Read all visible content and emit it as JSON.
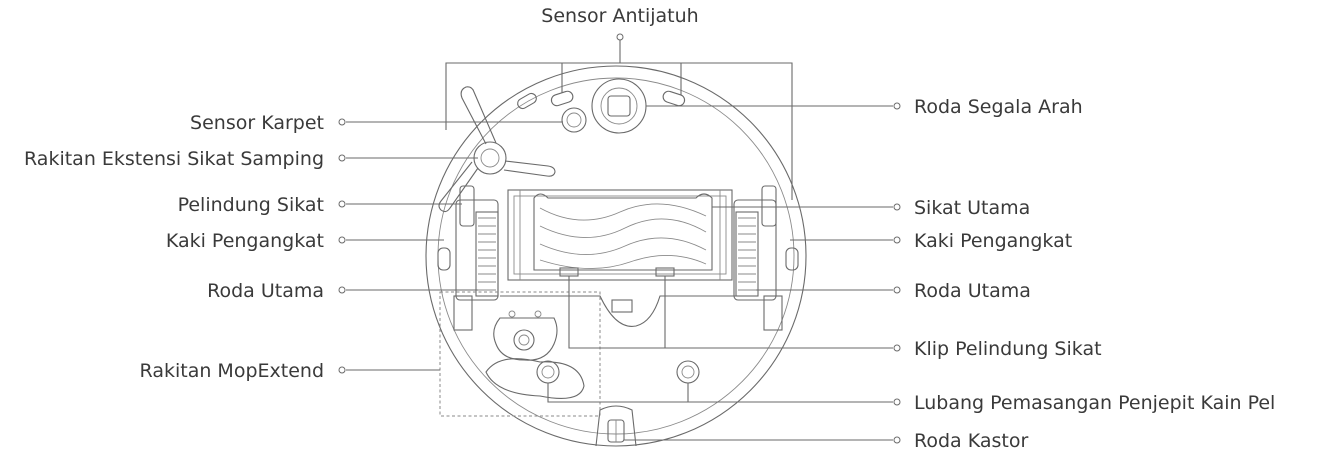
{
  "diagram": {
    "labels": {
      "top": "Sensor Antijatuh",
      "left": [
        "Sensor Karpet",
        "Rakitan Ekstensi Sikat Samping",
        "Pelindung Sikat",
        "Kaki Pengangkat",
        "Roda Utama",
        "Rakitan MopExtend"
      ],
      "right": [
        "Roda Segala Arah",
        "Sikat Utama",
        "Kaki Pengangkat",
        "Roda Utama",
        "Klip Pelindung Sikat",
        "Lubang Pemasangan Penjepit Kain Pel",
        "Roda Kastor"
      ]
    }
  }
}
